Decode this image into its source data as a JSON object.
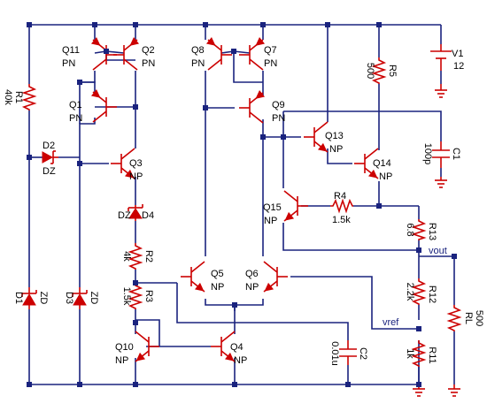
{
  "components": {
    "Q11": {
      "ref": "Q11",
      "type": "PN"
    },
    "Q2": {
      "ref": "Q2",
      "type": "PN"
    },
    "Q8": {
      "ref": "Q8",
      "type": "PN"
    },
    "Q7": {
      "ref": "Q7",
      "type": "PN"
    },
    "Q1": {
      "ref": "Q1",
      "type": "PN"
    },
    "Q9": {
      "ref": "Q9",
      "type": "PN"
    },
    "Q13": {
      "ref": "Q13",
      "type": "NP"
    },
    "Q14": {
      "ref": "Q14",
      "type": "NP"
    },
    "Q3": {
      "ref": "Q3",
      "type": "NP"
    },
    "Q15": {
      "ref": "Q15",
      "type": "NP"
    },
    "Q5": {
      "ref": "Q5",
      "type": "NP"
    },
    "Q6": {
      "ref": "Q6",
      "type": "NP"
    },
    "Q10": {
      "ref": "Q10",
      "type": "NP"
    },
    "Q4": {
      "ref": "Q4",
      "type": "NP"
    },
    "R1": {
      "ref": "R1",
      "value": "40k"
    },
    "R2": {
      "ref": "R2",
      "value": "4k"
    },
    "R3": {
      "ref": "R3",
      "value": "1.5k"
    },
    "R4": {
      "ref": "R4",
      "value": "1.5k"
    },
    "R5": {
      "ref": "R5",
      "value": "500"
    },
    "R13": {
      "ref": "R13",
      "value": "6.8"
    },
    "R12": {
      "ref": "R12",
      "value": "2.2k"
    },
    "R11": {
      "ref": "R11",
      "value": "1k"
    },
    "RL": {
      "ref": "RL",
      "value": "500"
    },
    "V1": {
      "ref": "V1",
      "value": "12"
    },
    "C1": {
      "ref": "C1",
      "value": "100p"
    },
    "C2": {
      "ref": "C2",
      "value": "0.01u"
    },
    "D1": {
      "ref": "D1",
      "type": "ZD"
    },
    "D2": {
      "ref": "D2",
      "type": "DZ"
    },
    "D3": {
      "ref": "D3",
      "type": "ZD"
    },
    "D4": {
      "ref": "D4",
      "type": "DZ"
    }
  },
  "nets": {
    "vout": "vout",
    "vref": "vref"
  }
}
